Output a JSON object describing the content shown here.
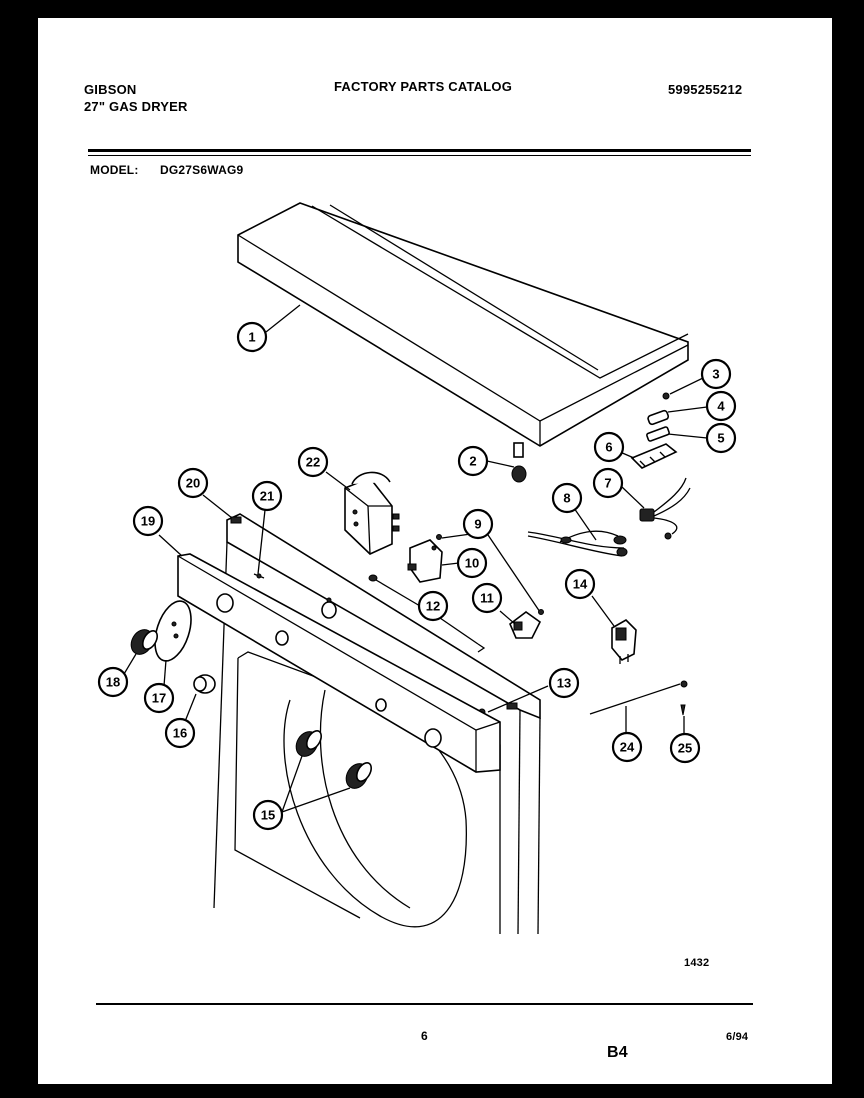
{
  "header": {
    "brand": "GIBSON",
    "product": "27\" GAS DRYER",
    "catalog_title": "FACTORY PARTS CATALOG",
    "catalog_number": "5995255212",
    "model_label": "MODEL:",
    "model_number": "DG27S6WAG9"
  },
  "diagram": {
    "callouts": [
      "1",
      "2",
      "3",
      "4",
      "5",
      "6",
      "7",
      "8",
      "9",
      "10",
      "11",
      "12",
      "13",
      "14",
      "15",
      "16",
      "17",
      "18",
      "19",
      "20",
      "21",
      "22",
      "24",
      "25"
    ],
    "drawing_number": "1432"
  },
  "footer": {
    "page_number": "6",
    "section_code": "B4",
    "date_code": "6/94"
  }
}
